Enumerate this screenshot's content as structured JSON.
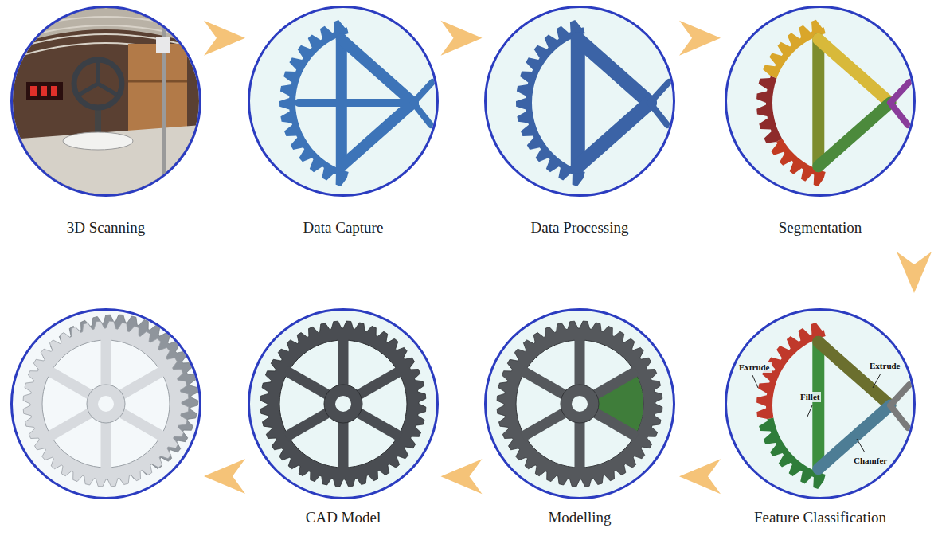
{
  "diagram": {
    "nodes": [
      {
        "text": [
          "3D Scanning"
        ]
      },
      {
        "text": [
          "Data Capture"
        ]
      },
      {
        "text": [
          "Data Processing"
        ]
      },
      {
        "text": [
          "Segmentation"
        ]
      },
      {
        "text": [
          "Feature Classification"
        ]
      },
      {
        "text": [
          "Modelling"
        ]
      },
      {
        "text": [
          "CAD Model"
        ]
      }
    ],
    "edges": [
      {
        "from": 0,
        "to": 1,
        "arrow": "to"
      },
      {
        "from": 1,
        "to": 2,
        "arrow": "to"
      },
      {
        "from": 2,
        "to": 3,
        "arrow": "to"
      },
      {
        "from": 3,
        "to": 4,
        "arrow": "to"
      },
      {
        "from": 4,
        "to": 5,
        "arrow": "to"
      },
      {
        "from": 5,
        "to": 6,
        "arrow": "to"
      }
    ],
    "labels": [
      "Extrude",
      "Fillet",
      "Extrude",
      "Chamfer"
    ]
  }
}
